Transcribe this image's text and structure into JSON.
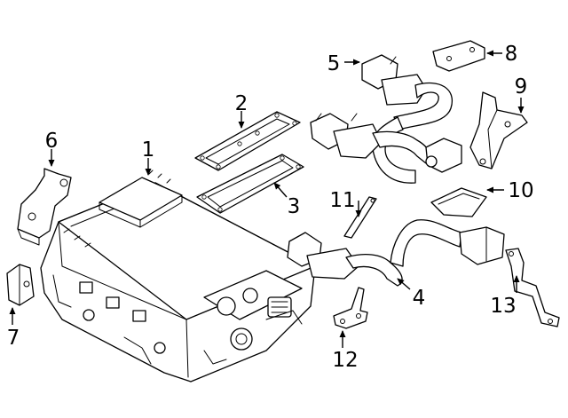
{
  "callouts": [
    {
      "key": "c1",
      "label": "1"
    },
    {
      "key": "c2",
      "label": "2"
    },
    {
      "key": "c3",
      "label": "3"
    },
    {
      "key": "c4",
      "label": "4"
    },
    {
      "key": "c5",
      "label": "5"
    },
    {
      "key": "c6",
      "label": "6"
    },
    {
      "key": "c7",
      "label": "7"
    },
    {
      "key": "c8",
      "label": "8"
    },
    {
      "key": "c9",
      "label": "9"
    },
    {
      "key": "c10",
      "label": "10"
    },
    {
      "key": "c11",
      "label": "11"
    },
    {
      "key": "c12",
      "label": "12"
    },
    {
      "key": "c13",
      "label": "13"
    }
  ]
}
